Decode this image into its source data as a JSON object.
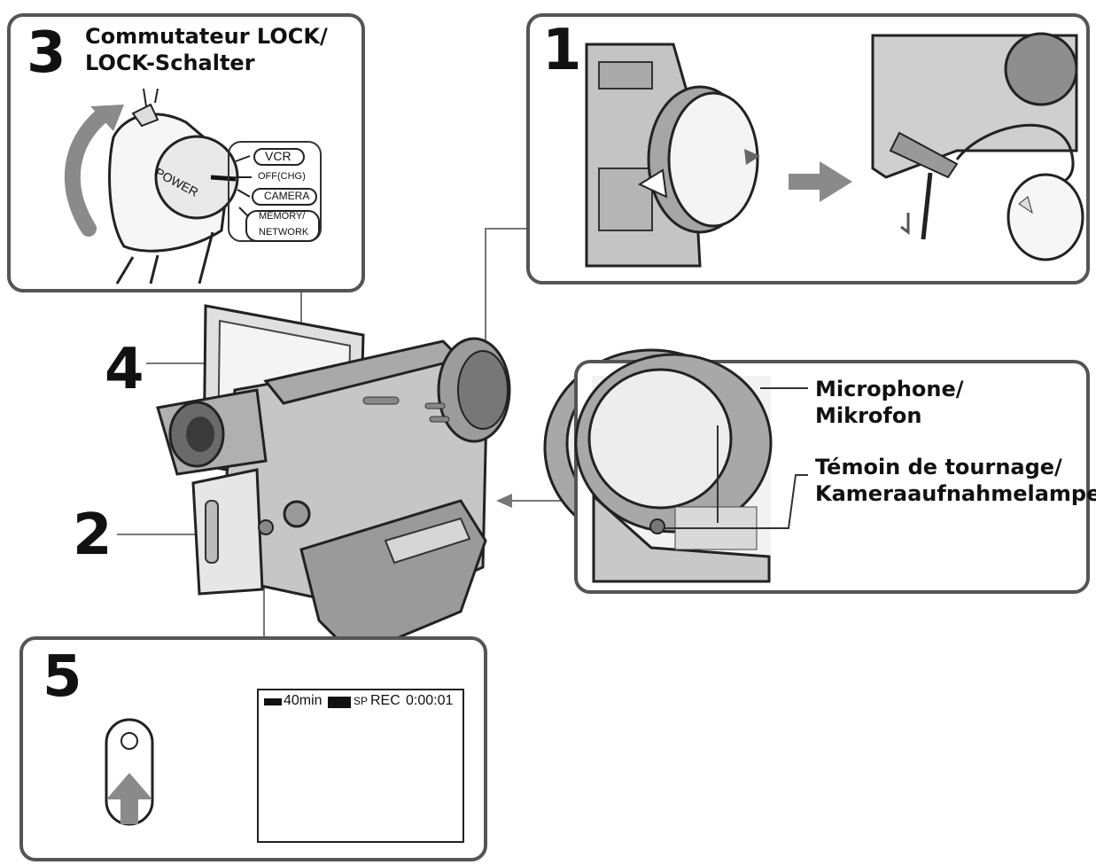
{
  "steps": {
    "s1": "1",
    "s2": "2",
    "s3": "3",
    "s4": "4",
    "s5": "5"
  },
  "lock_switch": {
    "line1": "Commutateur LOCK/",
    "line2": "LOCK-Schalter"
  },
  "power_dial": {
    "label": "POWER",
    "positions": [
      "VCR",
      "OFF(CHG)",
      "CAMERA",
      "MEMORY/",
      "NETWORK"
    ]
  },
  "microphone": {
    "line1": "Microphone/",
    "line2": "Mikrofon"
  },
  "recording_lamp": {
    "line1": "Témoin de tournage/",
    "line2": "Kameraaufnahmelampe"
  },
  "screen": {
    "battery_time": "40min",
    "tape_mode": "SP",
    "status": "REC",
    "counter": "0:00:01"
  },
  "colors": {
    "panel_border": "#555555",
    "device_fill": "#bdbdbd",
    "arrow_fill": "#8a8a8a"
  }
}
